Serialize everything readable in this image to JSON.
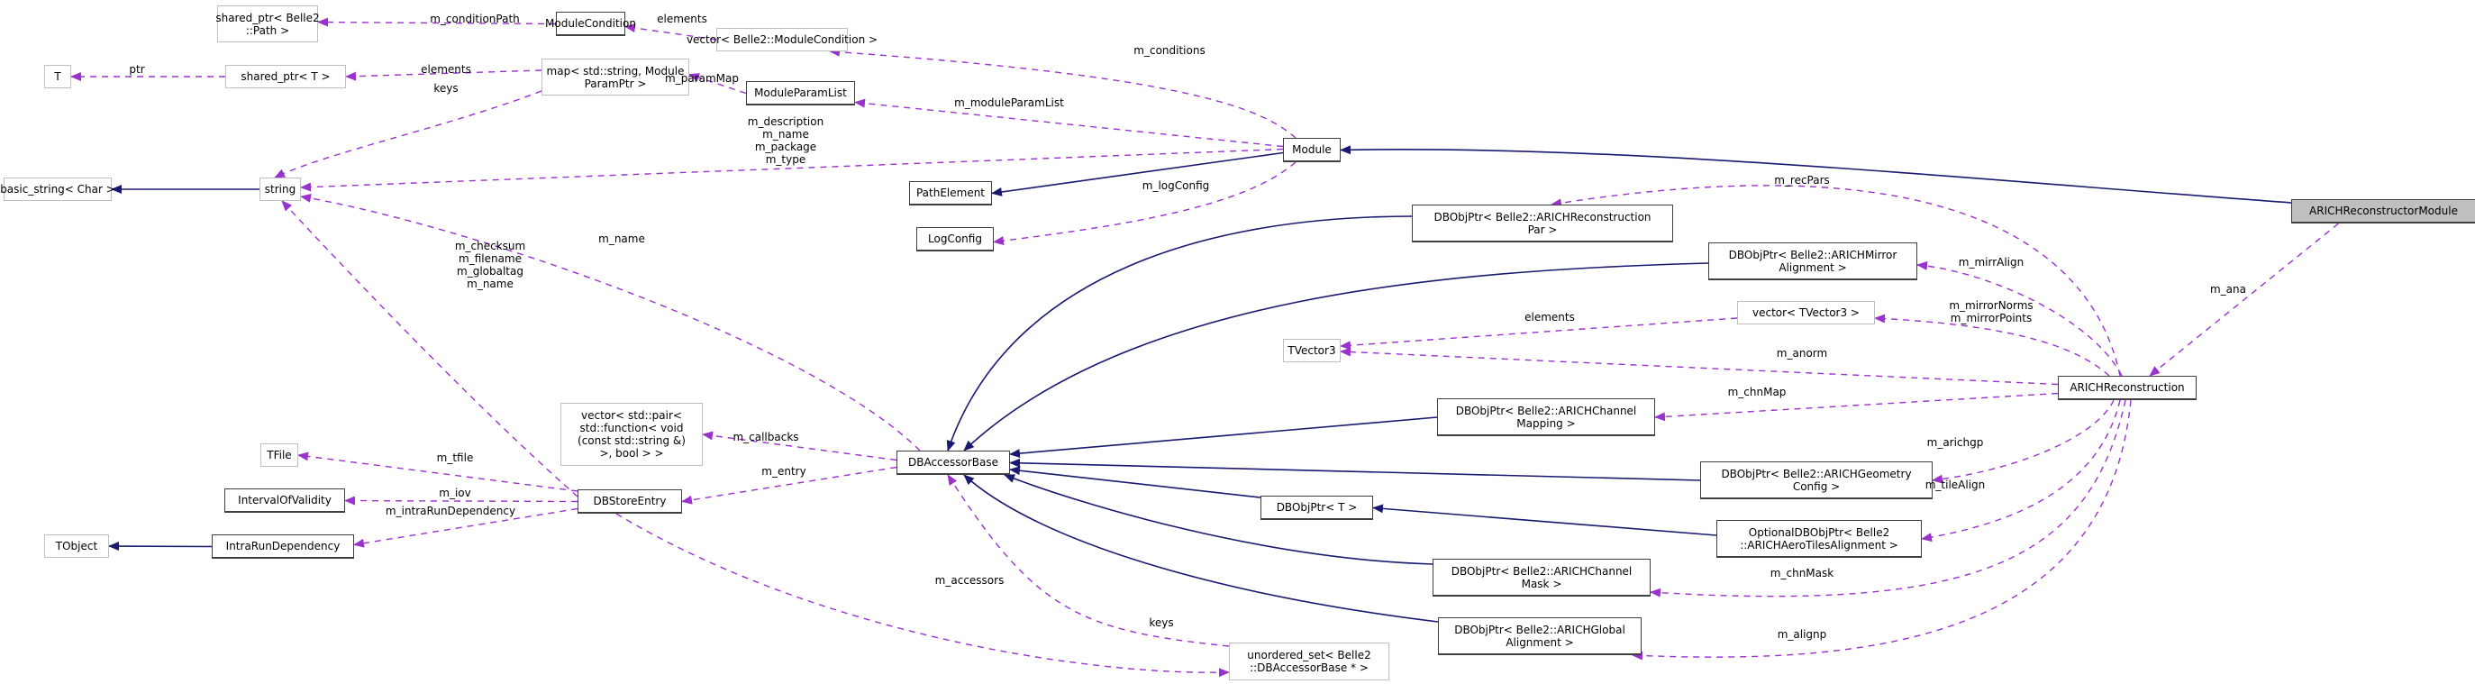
{
  "diagram": {
    "title": "ARICHReconstructorModule collaboration graph",
    "colors": {
      "inheritance_edge": "#191970",
      "usage_edge": "#9a32cd",
      "focus_fill": "#bfbfbf",
      "solid_border": "#404040",
      "grey_border": "#bfbfbf"
    },
    "nodes": {
      "arich_reconstructor_module": "ARICHReconstructorModule",
      "module": "Module",
      "module_condition": "ModuleCondition",
      "shared_ptr_path": "shared_ptr< Belle2\n::Path >",
      "vector_module_condition": "vector< Belle2::ModuleCondition >",
      "t": "T",
      "shared_ptr_t": "shared_ptr< T >",
      "map_param": "map< std::string, Module\nParamPtr >",
      "module_param_list": "ModuleParamList",
      "basic_string": "basic_string< Char >",
      "string": "string",
      "path_element": "PathElement",
      "log_config": "LogConfig",
      "dbobjptr_recpar": "DBObjPtr< Belle2::ARICHReconstruction\nPar >",
      "dbobjptr_mirror": "DBObjPtr< Belle2::ARICHMirror\nAlignment >",
      "vector_tvector3": "vector< TVector3 >",
      "tvector3": "TVector3",
      "arich_reconstruction": "ARICHReconstruction",
      "vector_callbacks": "vector< std::pair<\nstd::function< void\n(const std::string &)\n>, bool > >",
      "dbaccessor_base": "DBAccessorBase",
      "dbobjptr_chmap": "DBObjPtr< Belle2::ARICHChannel\nMapping >",
      "tfile": "TFile",
      "interval_of_validity": "IntervalOfValidity",
      "dbstore_entry": "DBStoreEntry",
      "dbobjptr_geo": "DBObjPtr< Belle2::ARICHGeometry\nConfig >",
      "dbobjptr_t": "DBObjPtr< T >",
      "tobject": "TObject",
      "intra_run_dependency": "IntraRunDependency",
      "optional_dbobjptr": "OptionalDBObjPtr< Belle2\n::ARICHAeroTilesAlignment >",
      "dbobjptr_chmask": "DBObjPtr< Belle2::ARICHChannel\nMask >",
      "dbobjptr_global": "DBObjPtr< Belle2::ARICHGlobal\nAlignment >",
      "unordered_set": "unordered_set< Belle2\n::DBAccessorBase * >"
    },
    "edge_labels": {
      "m_conditionPath": "m_conditionPath",
      "elements_mc": "elements",
      "m_conditions": "m_conditions",
      "ptr": "ptr",
      "elements_sp": "elements",
      "keys_map": "keys",
      "m_paramMap": "m_paramMap",
      "m_moduleParamList": "m_moduleParamList",
      "module_strings": "m_description\nm_name\nm_package\nm_type",
      "m_logConfig": "m_logConfig",
      "m_recPars": "m_recPars",
      "m_name": "m_name",
      "entry_strings": "m_checksum\nm_filename\nm_globaltag\nm_name",
      "m_mirrAlign": "m_mirrAlign",
      "m_ana": "m_ana",
      "elements_tv": "elements",
      "m_mirrorNormsPoints": "m_mirrorNorms\nm_mirrorPoints",
      "m_anorm": "m_anorm",
      "m_chnMap": "m_chnMap",
      "m_callbacks": "m_callbacks",
      "m_tfile": "m_tfile",
      "m_entry": "m_entry",
      "m_arichgp": "m_arichgp",
      "m_iov": "m_iov",
      "m_intraRunDependency": "m_intraRunDependency",
      "m_tileAlign": "m_tileAlign",
      "m_chnMask": "m_chnMask",
      "m_accessors": "m_accessors",
      "keys_set": "keys",
      "m_alignp": "m_alignp"
    }
  }
}
